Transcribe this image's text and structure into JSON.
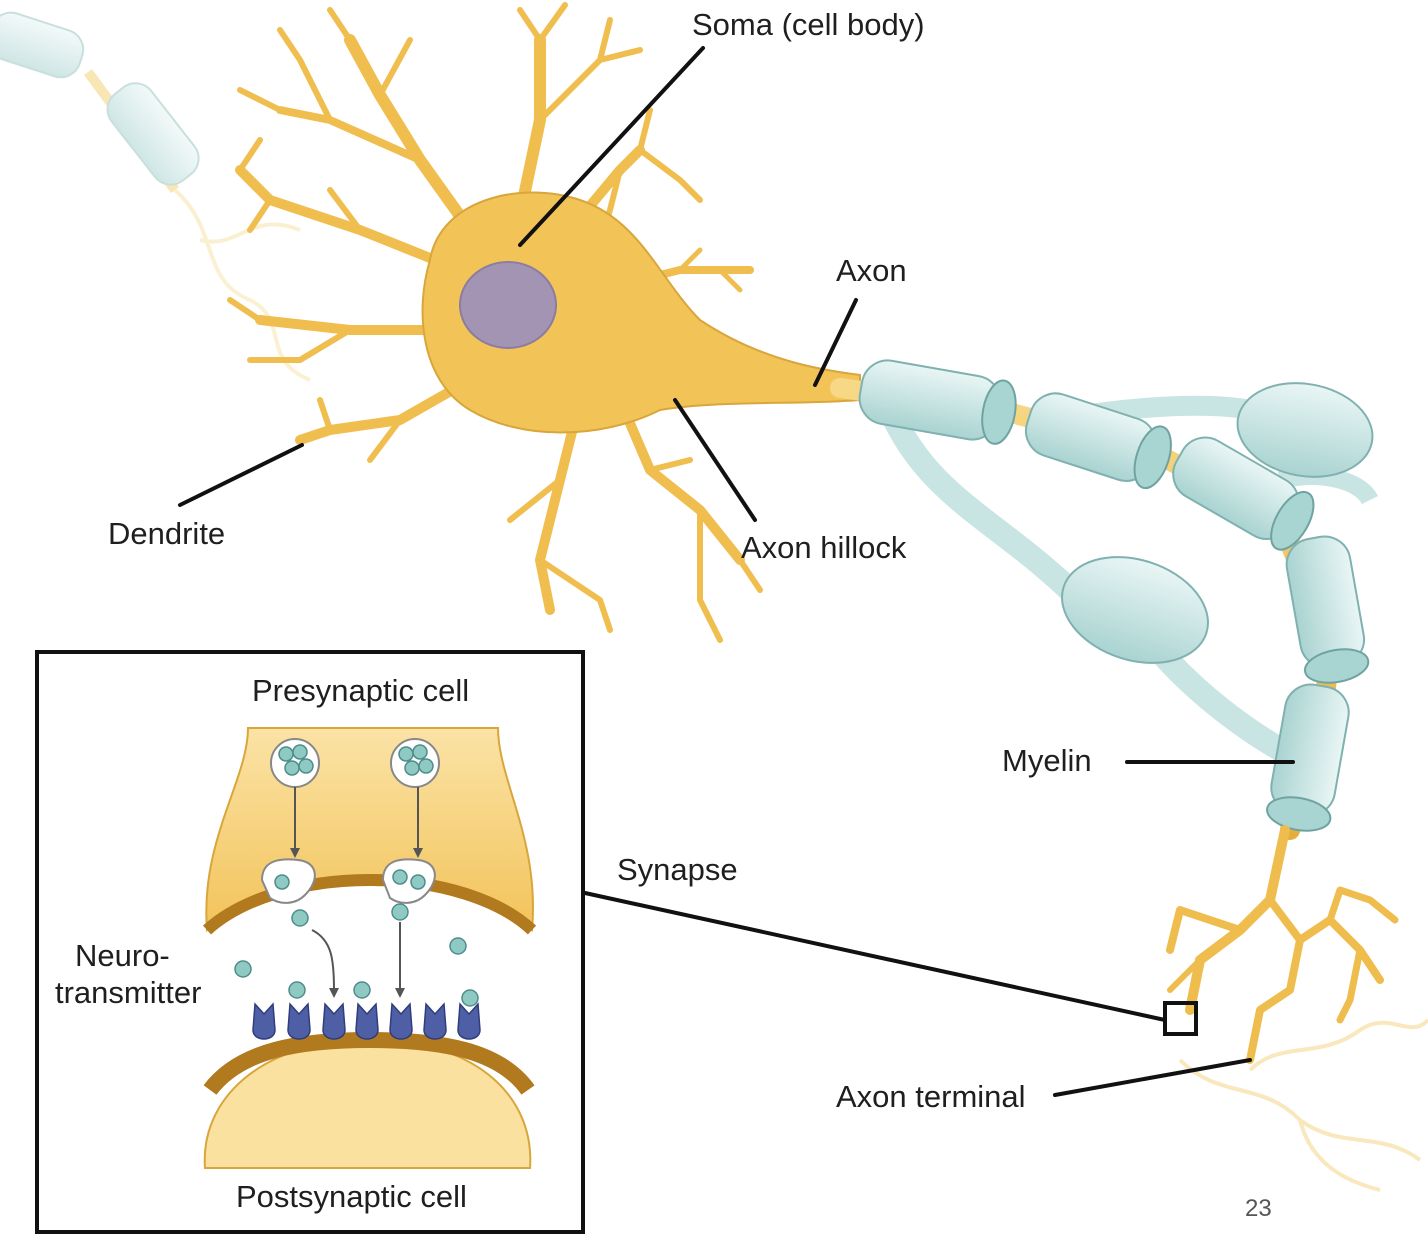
{
  "diagram": {
    "labels": {
      "soma": "Soma (cell body)",
      "axon": "Axon",
      "dendrite": "Dendrite",
      "axon_hillock": "Axon hillock",
      "myelin": "Myelin",
      "synapse": "Synapse",
      "axon_terminal": "Axon terminal"
    },
    "inset": {
      "presynaptic": "Presynaptic cell",
      "postsynaptic": "Postsynaptic cell",
      "neurotransmitter_line1": "Neuro-",
      "neurotransmitter_line2": "transmitter"
    },
    "page_number": "23"
  },
  "colors": {
    "neuron_fill": "#f2c458",
    "neuron_edge": "#c9962e",
    "nucleus": "#a494b4",
    "myelin": "#cfe8e6",
    "myelin_edge": "#7fb1b0",
    "receptor": "#4e5fa6",
    "vesicle": "#8fc9c4"
  }
}
